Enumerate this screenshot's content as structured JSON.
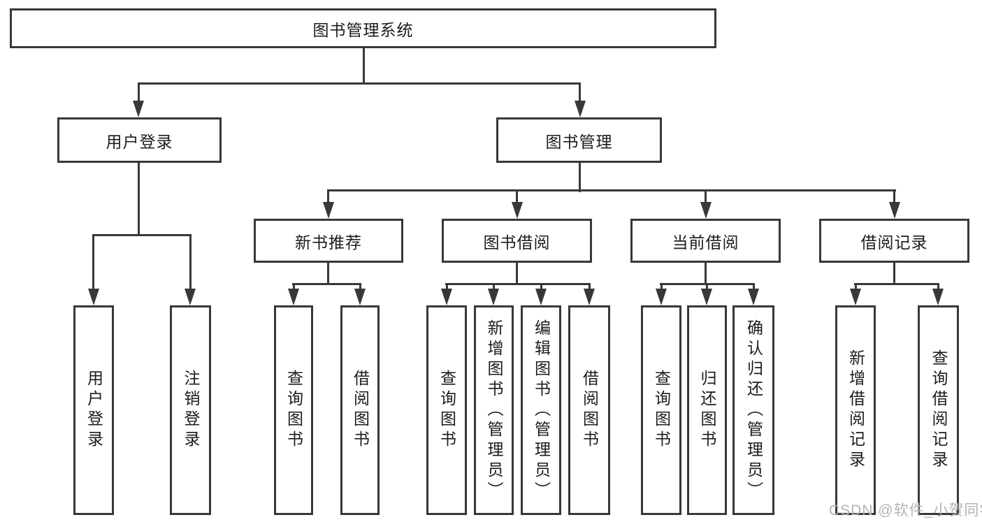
{
  "nodes": {
    "root": {
      "label": "图书管理系统"
    },
    "user_login_group": {
      "label": "用户登录"
    },
    "book_management": {
      "label": "图书管理"
    },
    "user_login": {
      "label": "用户登录"
    },
    "logout_login": {
      "label": "注销登录"
    },
    "new_book_recommend": {
      "label": "新书推荐"
    },
    "book_borrowing": {
      "label": "图书借阅"
    },
    "current_borrowing": {
      "label": "当前借阅"
    },
    "borrowing_records": {
      "label": "借阅记录"
    },
    "nbr_query_books": {
      "label": "查询图书"
    },
    "nbr_borrow_books": {
      "label": "借阅图书"
    },
    "bb_query_books": {
      "label": "查询图书"
    },
    "bb_add_books": {
      "label": "新增图书（管理员）"
    },
    "bb_edit_books": {
      "label": "编辑图书（管理员）"
    },
    "bb_borrow_books": {
      "label": "借阅图书"
    },
    "cb_query_books": {
      "label": "查询图书"
    },
    "cb_return_books": {
      "label": "归还图书"
    },
    "cb_confirm_return": {
      "label": "确认归还（管理员）"
    },
    "br_add_record": {
      "label": "新增借阅记录"
    },
    "br_query_record": {
      "label": "查询借阅记录"
    }
  },
  "watermark": {
    "text": "CSDN @软件_小贺同学"
  },
  "colors": {
    "line": "#383838",
    "text": "#1c1c1c",
    "watermark": "#b3b3b3",
    "background": "#ffffff"
  }
}
